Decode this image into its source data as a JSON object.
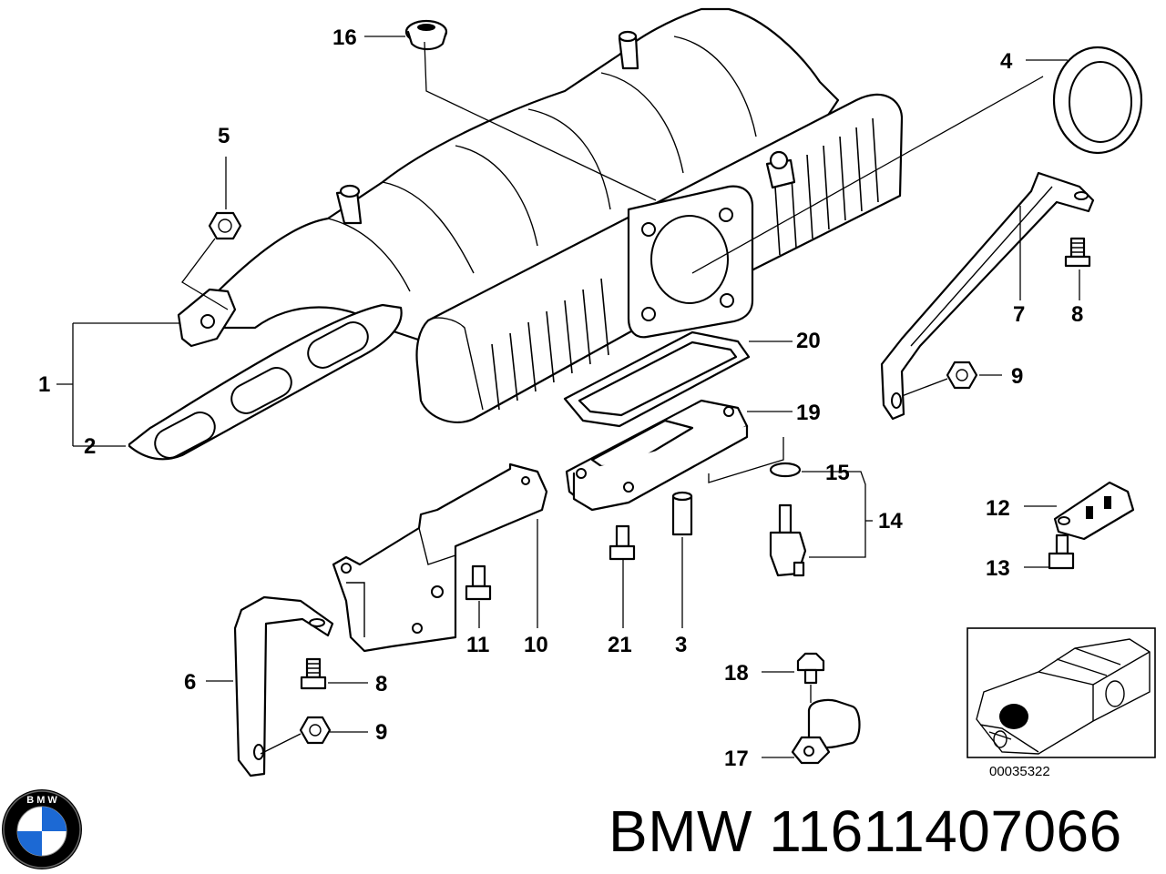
{
  "callouts": {
    "c1": "1",
    "c2": "2",
    "c3": "3",
    "c4": "4",
    "c5": "5",
    "c6": "6",
    "c7": "7",
    "c8a": "8",
    "c8b": "8",
    "c9a": "9",
    "c9b": "9",
    "c10": "10",
    "c11": "11",
    "c12": "12",
    "c13": "13",
    "c14": "14",
    "c15": "15",
    "c16": "16",
    "c17": "17",
    "c18": "18",
    "c19": "19",
    "c20": "20",
    "c21": "21"
  },
  "inset": {
    "reference_code": "00035322"
  },
  "footer": {
    "brand": "BMW",
    "part_number": "11611407066",
    "logo_letters": "B M W"
  },
  "colors": {
    "line": "#000000",
    "background": "#ffffff",
    "logo_blue": "#1c69d4"
  }
}
